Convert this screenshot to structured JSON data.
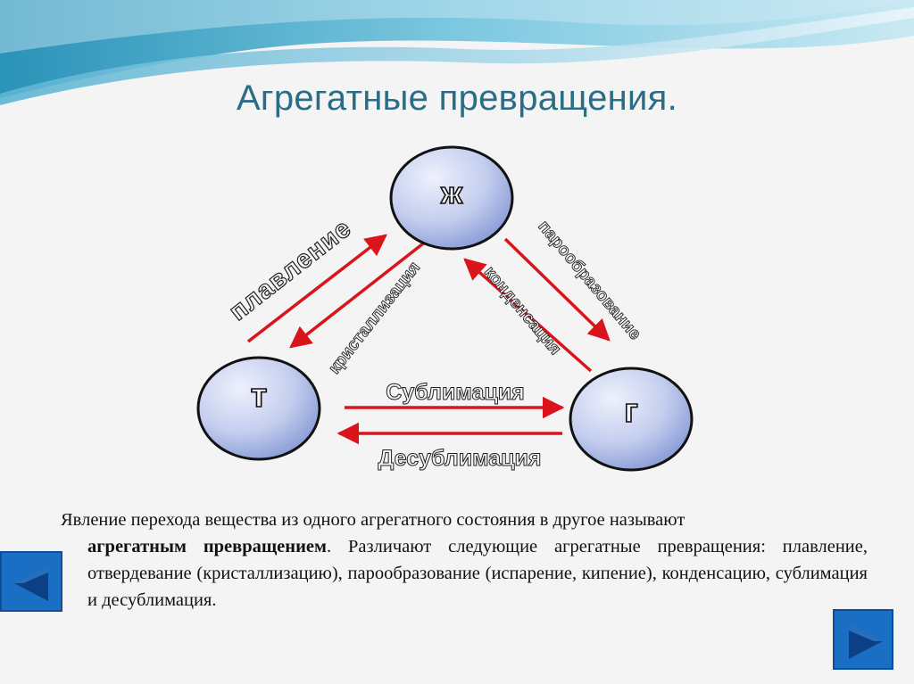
{
  "slide": {
    "title": "Агрегатные превращения."
  },
  "diagram": {
    "nodes": {
      "liquid": "ж",
      "solid": "т",
      "gas": "г"
    },
    "transitions": {
      "melting": "плавление",
      "crystallization": "кристаллизация",
      "vaporization": "парообразование",
      "condensation": "конденсация",
      "sublimation": "Сублимация",
      "desublimation": "Десублимация"
    },
    "colors": {
      "arrow": "#d9151b",
      "node_fill_light": "#e8ecfa",
      "node_fill_dark": "#8fa3da",
      "node_stroke": "#111111"
    }
  },
  "body": {
    "p1": "Явление перехода вещества из одного агрегатного состояния в другое называют",
    "p2_bold": "агрегатным превращением",
    "p2_rest": ". Различают следующие агрегатные превращения: плавление, отвердевание (кристаллизацию), парообразование (испарение, кипение), конденсацию, сублимация и десублимация."
  },
  "navigation": {
    "prev_icon": "triangle-left-icon",
    "next_icon": "triangle-right-icon",
    "button_color": "#1a6fc4"
  }
}
